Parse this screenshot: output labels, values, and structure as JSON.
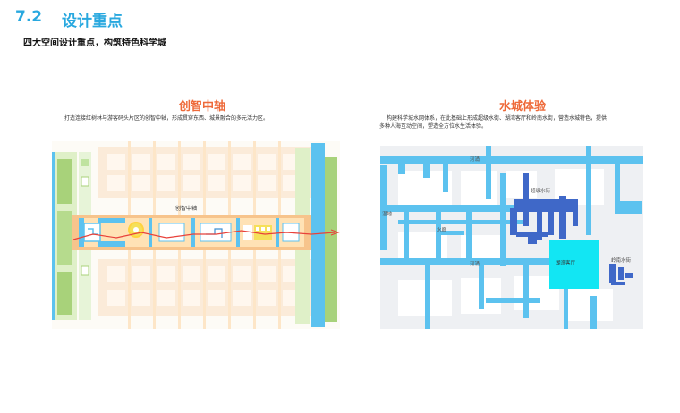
{
  "header": {
    "section_number": "7.2",
    "title": "设计重点"
  },
  "subtitle": "四大空间设计重点，构筑特色科学城",
  "panels": {
    "left": {
      "title": "创智中轴",
      "description": "打造连接红树林与游客码头片区的创智中轴，形成贯穿东西、城景融合的多元活力区。",
      "map_label": "创智中轴"
    },
    "right": {
      "title": "水城体验",
      "description_line1": "构建科学城水网体系，在此基础上形成超级水街、湖湾客厅和岭南水街，营造水城特色，提供",
      "description_line2": "多种人海互动空间，塑造全方位水生活体验。",
      "labels": {
        "river_top": "河涌",
        "super_street": "超级水街",
        "wetland": "湿地",
        "corridor": "水廊",
        "river_bottom": "河涌",
        "bay_hall": "湖湾客厅",
        "lingnan_street": "岭南水街"
      }
    }
  },
  "colors": {
    "heading_blue": "#29a8df",
    "panel_title_orange": "#ee6a3a",
    "water_blue": "#5cc2ef",
    "axis_orange": "#f7c48c",
    "green": "#a8d27a",
    "red_line": "#e8413a",
    "dark_blue": "#3f68c8",
    "cyan_plaza": "#12e6f3",
    "yellow": "#f5e05a"
  }
}
